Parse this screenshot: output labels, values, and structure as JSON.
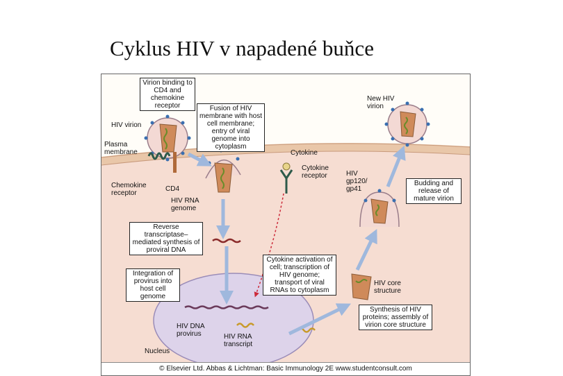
{
  "slide": {
    "title": "Cyklus HIV v napadené buňce"
  },
  "figure": {
    "boxes": {
      "binding": "Virion binding to CD4 and chemokine receptor",
      "fusion": "Fusion of HIV membrane with host cell membrane; entry of viral genome into cytoplasm",
      "rt": "Reverse transcriptase–mediated synthesis of proviral DNA",
      "integration": "Integration of provirus into host cell genome",
      "cytokine_activation": "Cytokine activation of cell; transcription of HIV genome; transport of viral RNAs to cytoplasm",
      "synthesis": "Synthesis of HIV proteins; assembly of virion core structure",
      "budding": "Budding and release of mature virion"
    },
    "labels": {
      "hiv_virion": "HIV virion",
      "plasma_membrane": "Plasma membrane",
      "chemokine_receptor": "Chemokine receptor",
      "cd4": "CD4",
      "hiv_rna_genome": "HIV RNA genome",
      "cytokine": "Cytokine",
      "cytokine_receptor": "Cytokine receptor",
      "gp": "HIV gp120/ gp41",
      "new_virion": "New HIV virion",
      "core_structure": "HIV core structure",
      "hiv_dna_provirus": "HIV DNA provirus",
      "hiv_rna_transcript": "HIV RNA transcript",
      "nucleus": "Nucleus"
    },
    "copyright": "© Elsevier Ltd. Abbas & Lichtman: Basic Immunology 2E www.studentconsult.com"
  },
  "colors": {
    "cytoplasm": "#f6ddd2",
    "membrane": "#e9c7a9",
    "nucleus": "#ddd3ea",
    "virion_envelope": "#f3d9d4",
    "virion_core": "#cf8a5a",
    "rna": "#6a8c2a",
    "spike": "#3a6fb0",
    "arrow": "#9fb8dd",
    "cytokine_arrow": "#cc2a3a"
  }
}
